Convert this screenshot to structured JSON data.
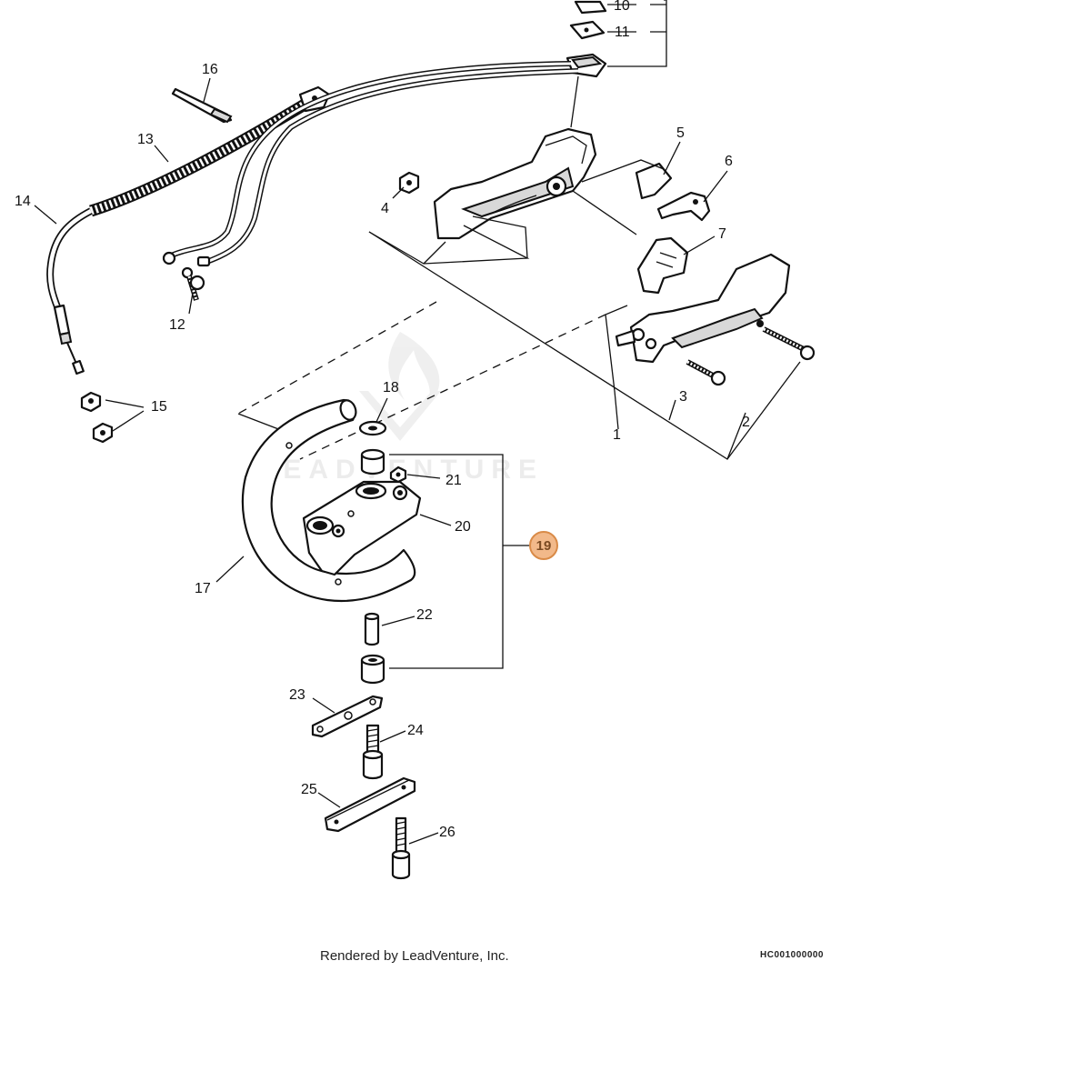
{
  "callouts": {
    "c1": "1",
    "c2": "2",
    "c3": "3",
    "c4": "4",
    "c5": "5",
    "c6": "6",
    "c7": "7",
    "c10": "10",
    "c11": "11",
    "c12": "12",
    "c13": "13",
    "c14": "14",
    "c15": "15",
    "c16": "16",
    "c17": "17",
    "c18": "18",
    "c19": "19",
    "c20": "20",
    "c21": "21",
    "c22": "22",
    "c23": "23",
    "c24": "24",
    "c25": "25",
    "c26": "26"
  },
  "highlight_color": "#f2b98a",
  "watermark": {
    "text": "LEADVENTURE",
    "icon": "leadventure-flame-logo-icon"
  },
  "footer": {
    "credit": "Rendered by LeadVenture, Inc.",
    "diagram_code": "HC001000000"
  }
}
